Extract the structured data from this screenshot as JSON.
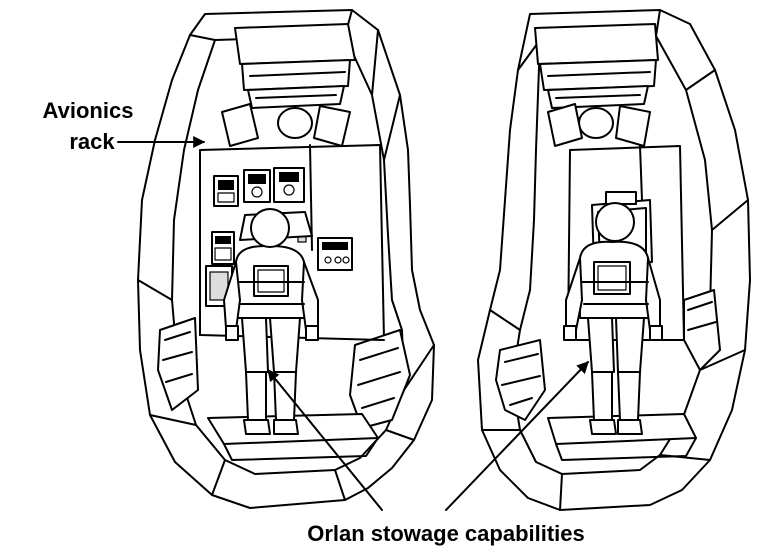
{
  "labels": {
    "avionics_line1": "Avionics",
    "avionics_line2": "rack",
    "orlan": "Orlan stowage capabilities"
  },
  "colors": {
    "line": "#000000",
    "background": "#ffffff"
  }
}
